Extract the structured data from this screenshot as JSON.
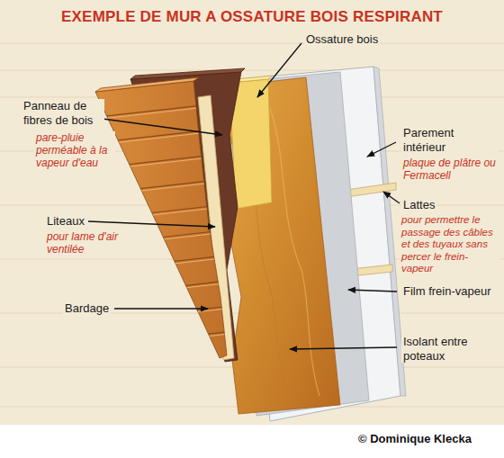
{
  "diagram": {
    "title": "EXEMPLE DE MUR A OSSATURE BOIS RESPIRANT",
    "labels": [
      "Ossature bois",
      "Panneau de fibres de bois",
      "pare-pluie perméable à la vapeur d'eau",
      "Liteaux",
      "pour lame d'air ventilée",
      "Bardage",
      "Parement intérieur",
      "plaque de plâtre ou Fermacell",
      "Lattes",
      "pour permettre le passage des câbles et des tuyaux sans percer le frein-vapeur",
      "Film frein-vapeur",
      "Isolant entre poteaux",
      "© Dominique Klecka"
    ]
  }
}
